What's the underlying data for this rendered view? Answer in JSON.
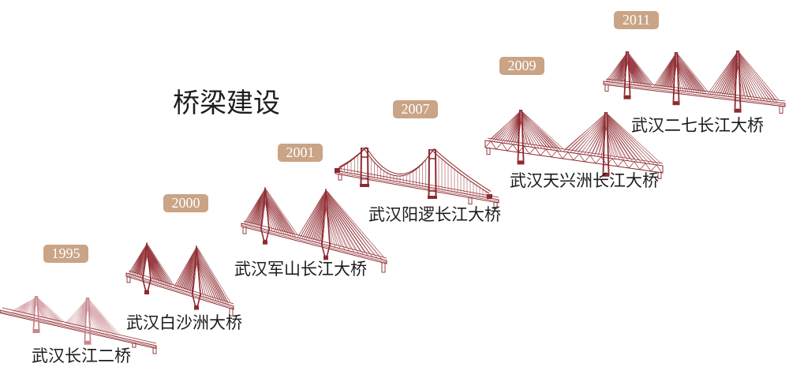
{
  "title": "桥梁建设",
  "timeline": [
    {
      "year": "1995",
      "name": "武汉长江二桥",
      "icon": "cable-stayed-bridge-icon"
    },
    {
      "year": "2000",
      "name": "武汉白沙洲大桥",
      "icon": "cable-stayed-bridge-icon"
    },
    {
      "year": "2001",
      "name": "武汉军山长江大桥",
      "icon": "cable-stayed-bridge-icon"
    },
    {
      "year": "2007",
      "name": "武汉阳逻长江大桥",
      "icon": "suspension-bridge-icon"
    },
    {
      "year": "2009",
      "name": "武汉天兴洲长江大桥",
      "icon": "truss-cable-stayed-bridge-icon"
    },
    {
      "year": "2011",
      "name": "武汉二七长江大桥",
      "icon": "three-tower-cable-stayed-bridge-icon"
    }
  ],
  "colors": {
    "bridge": "#8e2a30",
    "bridge_faded": "#c7868d",
    "badge": "#c9a486",
    "badge_text": "#ffffff",
    "text": "#1c1c1c",
    "background": "#ffffff"
  }
}
